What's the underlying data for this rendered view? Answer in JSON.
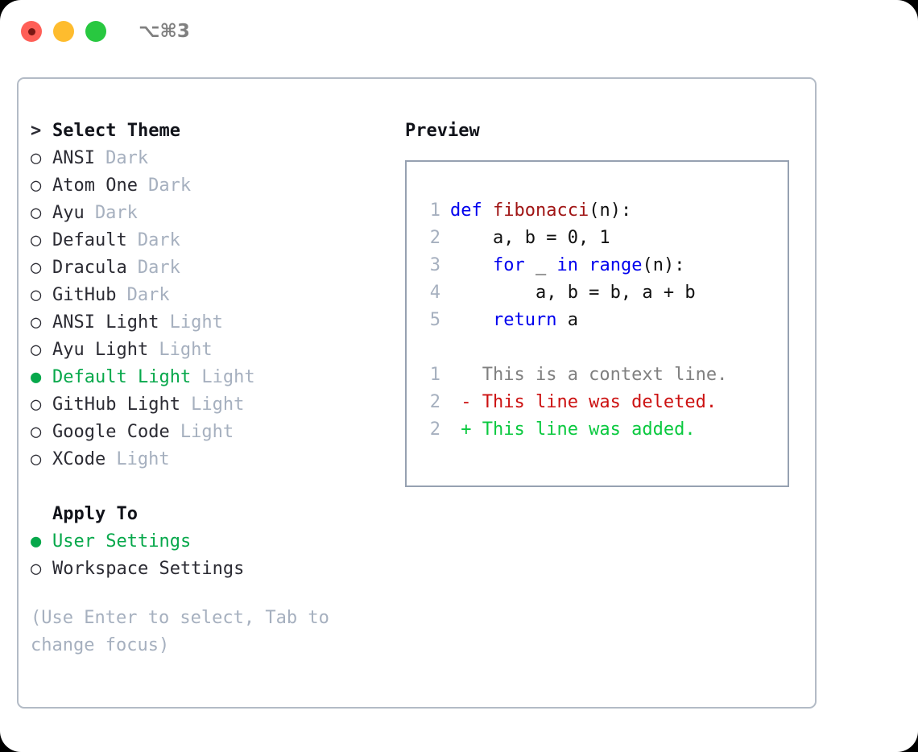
{
  "window": {
    "traffic_lights": [
      "close",
      "minimize",
      "maximize"
    ],
    "shortcut": "⌥⌘3"
  },
  "theme_section": {
    "header": "Select Theme",
    "header_prefix": ">",
    "marker_unselected": "○",
    "marker_selected": "●",
    "selected_color": "#07a84b",
    "items": [
      {
        "label": "ANSI",
        "variant": "Dark",
        "selected": false
      },
      {
        "label": "Atom One",
        "variant": "Dark",
        "selected": false
      },
      {
        "label": "Ayu",
        "variant": "Dark",
        "selected": false
      },
      {
        "label": "Default",
        "variant": "Dark",
        "selected": false
      },
      {
        "label": "Dracula",
        "variant": "Dark",
        "selected": false
      },
      {
        "label": "GitHub",
        "variant": "Dark",
        "selected": false
      },
      {
        "label": "ANSI Light",
        "variant": "Light",
        "selected": false
      },
      {
        "label": "Ayu Light",
        "variant": "Light",
        "selected": false
      },
      {
        "label": "Default Light",
        "variant": "Light",
        "selected": true
      },
      {
        "label": "GitHub Light",
        "variant": "Light",
        "selected": false
      },
      {
        "label": "Google Code",
        "variant": "Light",
        "selected": false
      },
      {
        "label": "XCode",
        "variant": "Light",
        "selected": false
      }
    ]
  },
  "apply_to_section": {
    "header": "Apply To",
    "items": [
      {
        "label": "User Settings",
        "selected": true
      },
      {
        "label": "Workspace Settings",
        "selected": false
      }
    ]
  },
  "hint": "(Use Enter to select, Tab to change focus)",
  "preview": {
    "title": "Preview",
    "code_lines": [
      {
        "num": "1",
        "tokens": [
          {
            "t": "def ",
            "c": "kw"
          },
          {
            "t": "fibonacci",
            "c": "fn"
          },
          {
            "t": "(n):",
            "c": "plain"
          }
        ]
      },
      {
        "num": "2",
        "tokens": [
          {
            "t": "    a, b = 0, 1",
            "c": "plain"
          }
        ]
      },
      {
        "num": "3",
        "tokens": [
          {
            "t": "    ",
            "c": "plain"
          },
          {
            "t": "for",
            "c": "kw"
          },
          {
            "t": " _ ",
            "c": "plain"
          },
          {
            "t": "in",
            "c": "kw"
          },
          {
            "t": " ",
            "c": "plain"
          },
          {
            "t": "range",
            "c": "kw"
          },
          {
            "t": "(n):",
            "c": "plain"
          }
        ]
      },
      {
        "num": "4",
        "tokens": [
          {
            "t": "        a, b = b, a + b",
            "c": "plain"
          }
        ]
      },
      {
        "num": "5",
        "tokens": [
          {
            "t": "    ",
            "c": "plain"
          },
          {
            "t": "return",
            "c": "kw"
          },
          {
            "t": " a",
            "c": "plain"
          }
        ]
      }
    ],
    "diff_lines": [
      {
        "num": "1",
        "sign": " ",
        "text": "This is a context line.",
        "kind": "ctx"
      },
      {
        "num": "2",
        "sign": "-",
        "text": "This line was deleted.",
        "kind": "del"
      },
      {
        "num": "2",
        "sign": "+",
        "text": "This line was added.",
        "kind": "add"
      }
    ]
  },
  "colors": {
    "green": "#07a84b",
    "muted": "#a6b0bf",
    "keyword": "#0000ee",
    "function": "#a01515",
    "deleted": "#cc1111",
    "added": "#0ac93f",
    "panel_border": "#b3bbc6",
    "preview_border": "#96a1b1"
  }
}
